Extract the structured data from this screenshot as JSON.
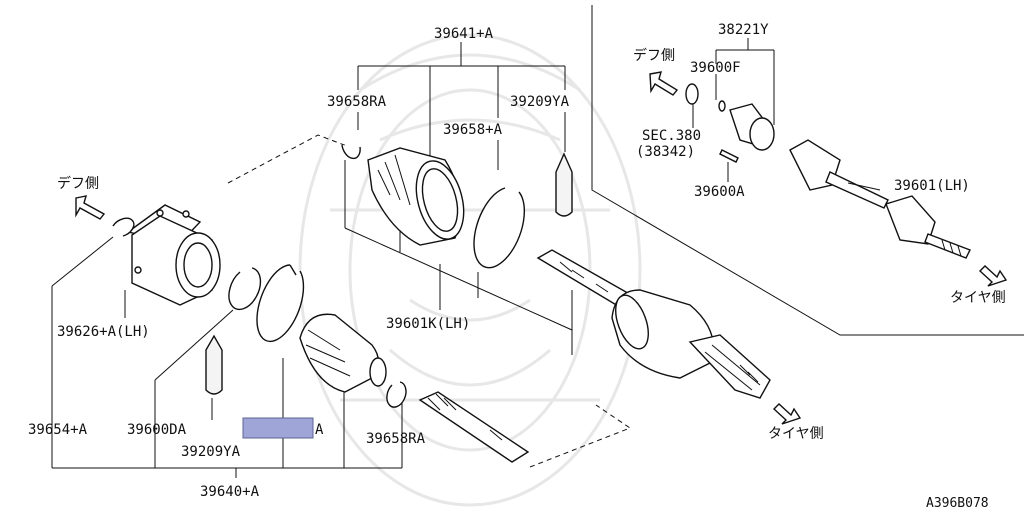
{
  "diagram_id": "A396B078",
  "direction_labels": {
    "diff_left": "デフ側",
    "diff_right": "デフ側",
    "tire_right": "タイヤ側",
    "tire_bottom": "タイヤ側"
  },
  "callouts": {
    "p39641A": "39641+A",
    "p39658RA_top": "39658RA",
    "p39658A": "39658+A",
    "p39209YA_top": "39209YA",
    "p39601K": "39601K(LH)",
    "p39626A": "39626+A(LH)",
    "p39654A": "39654+A",
    "p39600DA": "39600DA",
    "p39209YA_bottom": "39209YA",
    "p_hidden_suffix": "A",
    "p39658RA_bottom": "39658RA",
    "p39640A": "39640+A",
    "p38221Y": "38221Y",
    "p39600F": "39600F",
    "sec380": "SEC.380",
    "sec38342": "(38342)",
    "p39600A": "39600A",
    "p39601LH": "39601(LH)"
  },
  "colors": {
    "line": "#111111",
    "highlight": "#9fa5d6",
    "watermark": "#e7e7e7"
  }
}
